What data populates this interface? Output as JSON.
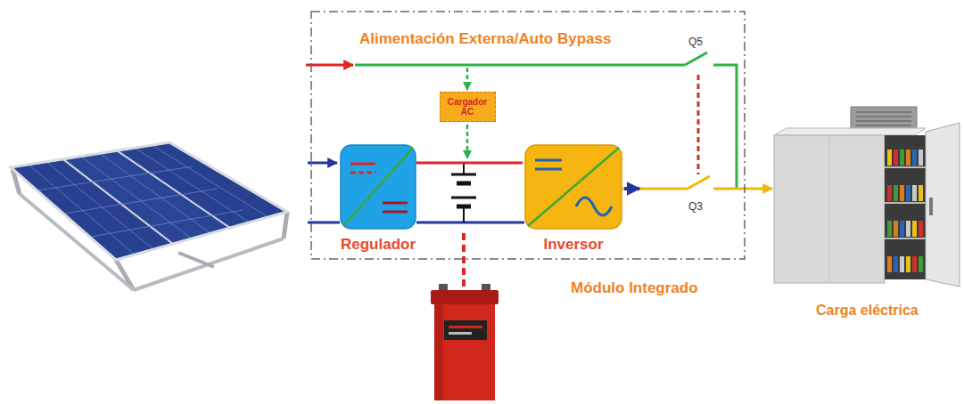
{
  "diagram": {
    "nodes": [
      {
        "text": [
          "Módulo Integrado"
        ]
      },
      {
        "text": [
          "Cargador AC"
        ],
        "in": 0
      },
      {
        "text": [
          "Regulador"
        ],
        "in": 0
      },
      {
        "text": [
          "Inversor"
        ],
        "in": 0
      },
      {
        "text": [
          "Carga eléctrica"
        ]
      }
    ],
    "edges": [
      {
        "from": 2,
        "to": 3,
        "arrow": "none"
      },
      {
        "from": 3,
        "to": 4,
        "arrow": "to"
      }
    ],
    "labels": [
      "Alimentación Externa/Auto Bypass",
      "Q5",
      "Q3"
    ]
  }
}
